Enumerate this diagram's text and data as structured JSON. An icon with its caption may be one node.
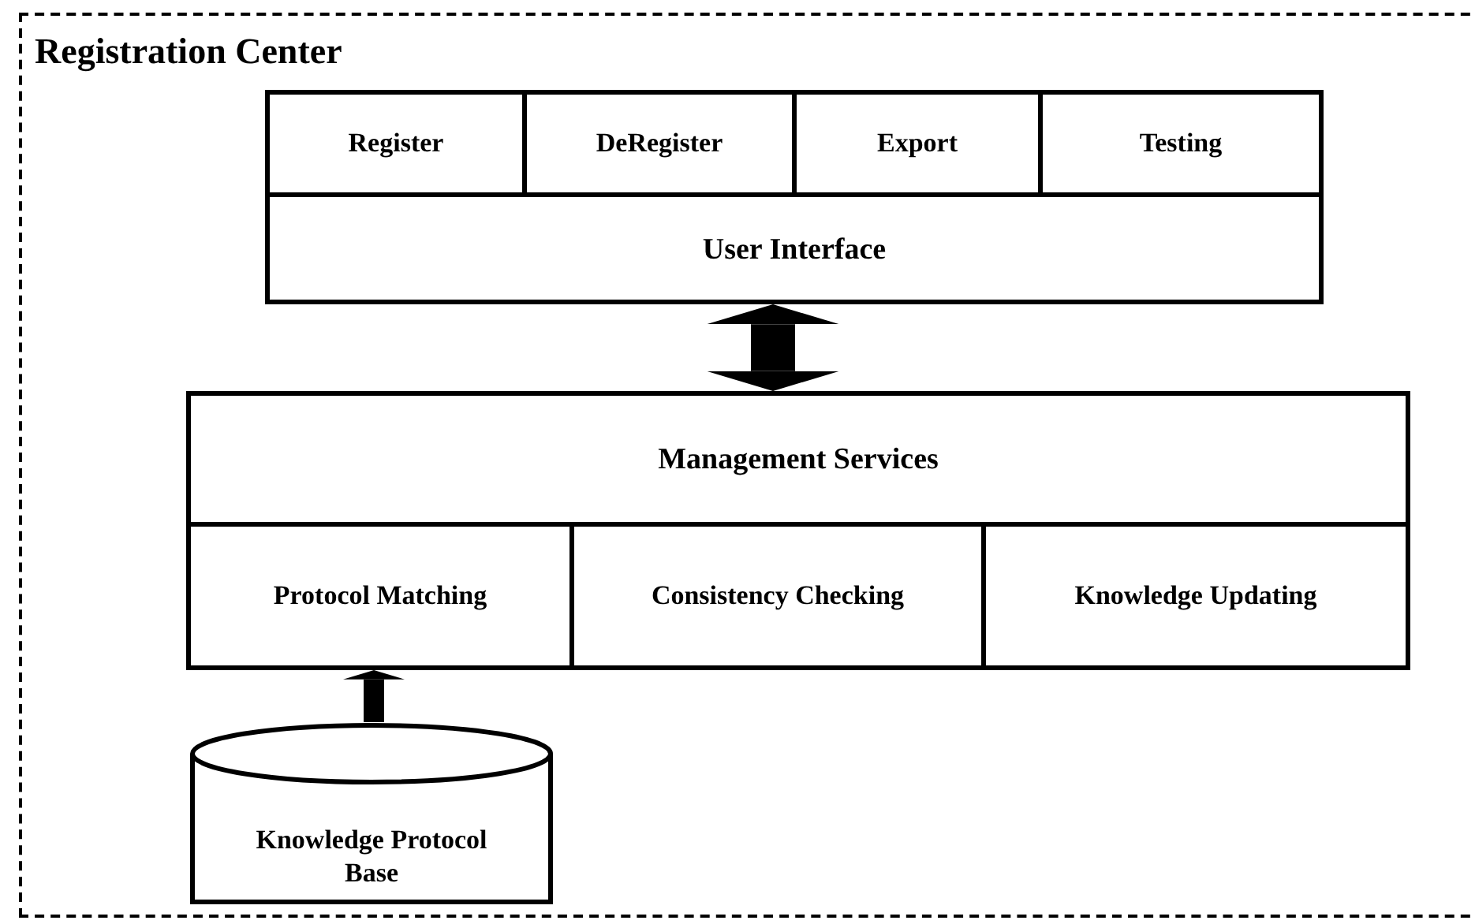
{
  "diagram": {
    "nodes": [
      {
        "text": [
          "Registration Center"
        ]
      },
      {
        "text": [
          "User Interface"
        ],
        "in": 0
      },
      {
        "text": [
          "Register"
        ],
        "in": 1
      },
      {
        "text": [
          "DeRegister"
        ],
        "in": 1
      },
      {
        "text": [
          "Export"
        ],
        "in": 1
      },
      {
        "text": [
          "Testing"
        ],
        "in": 1
      },
      {
        "text": [
          "Management Services"
        ],
        "in": 0
      },
      {
        "text": [
          "Protocol Matching"
        ],
        "in": 6
      },
      {
        "text": [
          "Consistency Checking"
        ],
        "in": 6
      },
      {
        "text": [
          "Knowledge Updating"
        ],
        "in": 6
      },
      {
        "text": [
          "Knowledge Protocol Base"
        ],
        "in": 0
      }
    ],
    "edges": [
      {
        "from": 1,
        "to": 6,
        "arrow": "both",
        "style": "thick"
      },
      {
        "from": 10,
        "to": 7,
        "arrow": "to"
      }
    ]
  }
}
